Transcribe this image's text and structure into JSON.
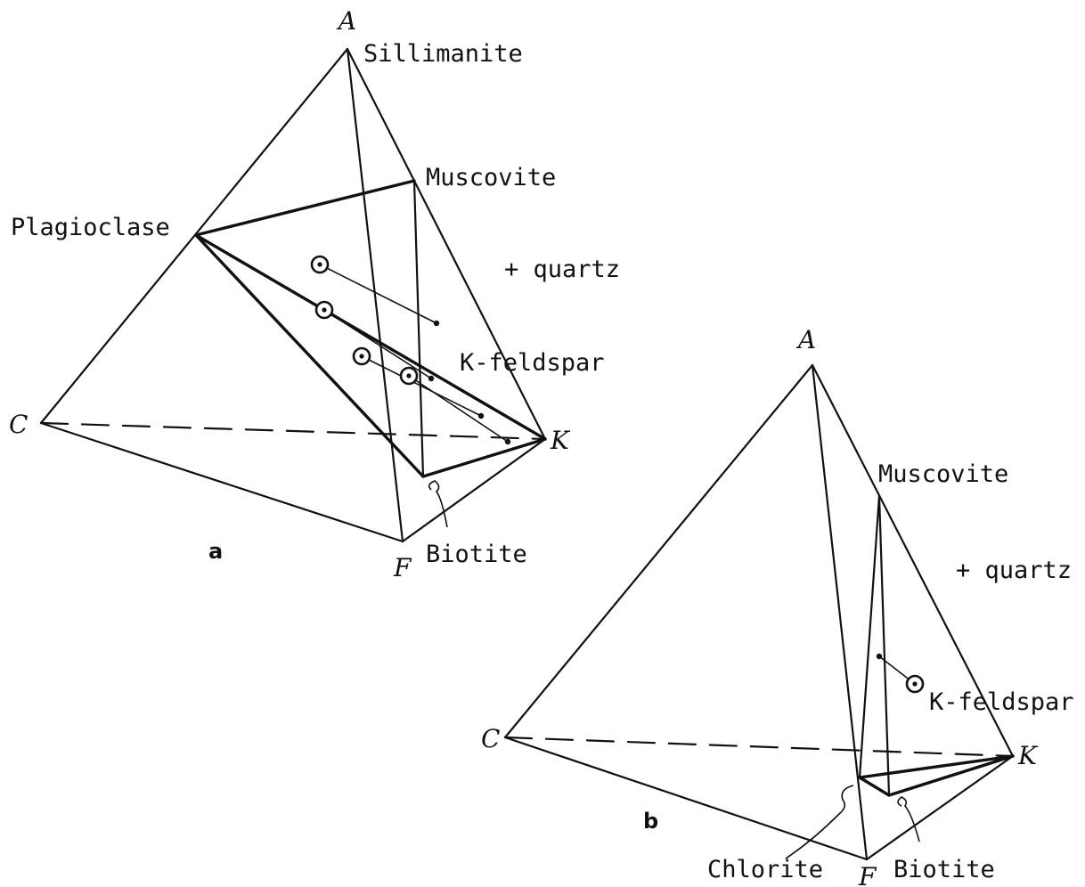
{
  "diagram_a": {
    "panel_label": "a",
    "vertices": {
      "A": "A",
      "C": "C",
      "F": "F",
      "K": "K"
    },
    "phases": {
      "sillimanite": "Sillimanite",
      "muscovite": "Muscovite",
      "plagioclase": "Plagioclase",
      "quartz": "+ quartz",
      "kfeldspar": "K-feldspar",
      "biotite": "Biotite"
    }
  },
  "diagram_b": {
    "panel_label": "b",
    "vertices": {
      "A": "A",
      "C": "C",
      "F": "F",
      "K": "K"
    },
    "phases": {
      "muscovite": "Muscovite",
      "quartz": "+ quartz",
      "kfeldspar": "K-feldspar",
      "chlorite": "Chlorite",
      "biotite": "Biotite"
    }
  }
}
